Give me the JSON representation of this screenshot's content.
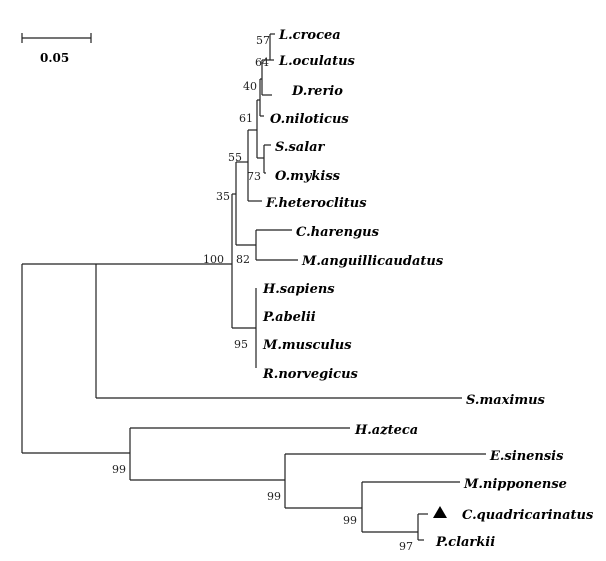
{
  "scale_bar": {
    "label": "0.05"
  },
  "taxa": [
    {
      "label": "L.crocea"
    },
    {
      "label": "L.oculatus"
    },
    {
      "label": "D.rerio"
    },
    {
      "label": "O.niloticus"
    },
    {
      "label": "S.salar"
    },
    {
      "label": "O.mykiss"
    },
    {
      "label": "F.heteroclitus"
    },
    {
      "label": "C.harengus"
    },
    {
      "label": "M.anguillicaudatus"
    },
    {
      "label": "H.sapiens"
    },
    {
      "label": "P.abelii"
    },
    {
      "label": "M.musculus"
    },
    {
      "label": "R.norvegicus"
    },
    {
      "label": "S.maximus"
    },
    {
      "label": "H.azteca"
    },
    {
      "label": "E.sinensis"
    },
    {
      "label": "M.nipponense"
    },
    {
      "label": "C.quadricarinatus",
      "marker": "triangle"
    },
    {
      "label": "P.clarkii"
    }
  ],
  "supports": [
    {
      "value": "57"
    },
    {
      "value": "64"
    },
    {
      "value": "40"
    },
    {
      "value": "61"
    },
    {
      "value": "73"
    },
    {
      "value": "55"
    },
    {
      "value": "35"
    },
    {
      "value": "100"
    },
    {
      "value": "82"
    },
    {
      "value": "95"
    },
    {
      "value": "99"
    },
    {
      "value": "99"
    },
    {
      "value": "99"
    },
    {
      "value": "97"
    }
  ]
}
